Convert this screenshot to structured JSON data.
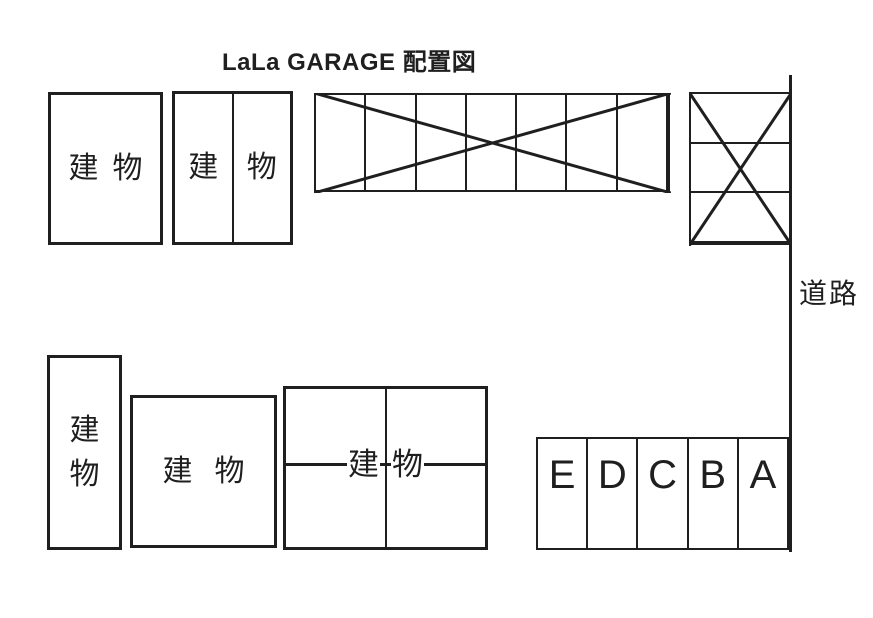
{
  "title": "LaLa GARAGE 配置図",
  "road": {
    "label": "道路"
  },
  "buildings": {
    "label": "建物",
    "char1": "建",
    "char2": "物"
  },
  "parking": {
    "spaces": [
      "E",
      "D",
      "C",
      "B",
      "A"
    ]
  },
  "colors": {
    "line": "#1f1f1f",
    "background": "#ffffff"
  }
}
